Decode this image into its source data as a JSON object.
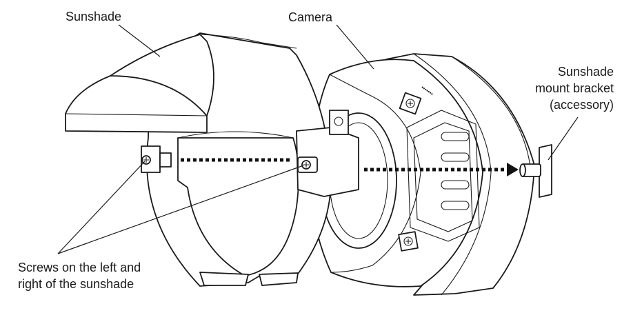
{
  "labels": {
    "sunshade": "Sunshade",
    "camera": "Camera",
    "bracket_line1": "Sunshade",
    "bracket_line2": "mount bracket",
    "bracket_line3": "(accessory)",
    "screws_line1": "Screws on the left and",
    "screws_line2": "right of the sunshade"
  }
}
